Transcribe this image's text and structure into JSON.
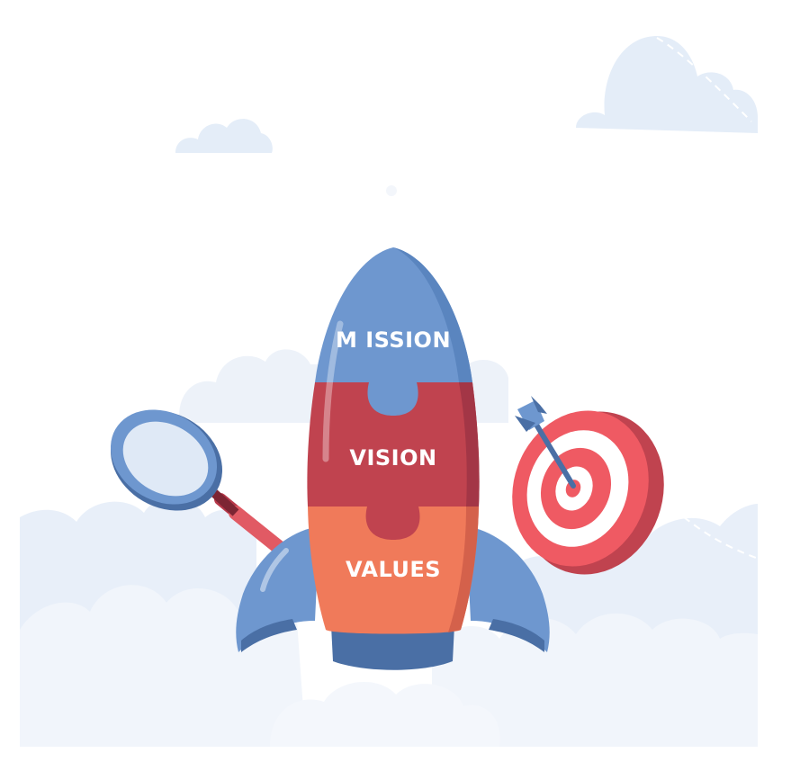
{
  "illustration": {
    "labels": {
      "mission": "M ISSION",
      "vision": "VISION",
      "values": "VALUES"
    },
    "icons": [
      "cloud-icon",
      "rocket-icon",
      "magnifying-glass-icon",
      "target-icon",
      "arrow-icon"
    ],
    "colors": {
      "sky_cloud": "#e8f0f9",
      "cloud_light": "#f1f5fb",
      "rocket_blue": "#6e97cf",
      "rocket_blue_dark": "#4a6fa5",
      "vision_red": "#c0434f",
      "values_orange": "#f07a5a",
      "target_red": "#ef5a63"
    }
  }
}
